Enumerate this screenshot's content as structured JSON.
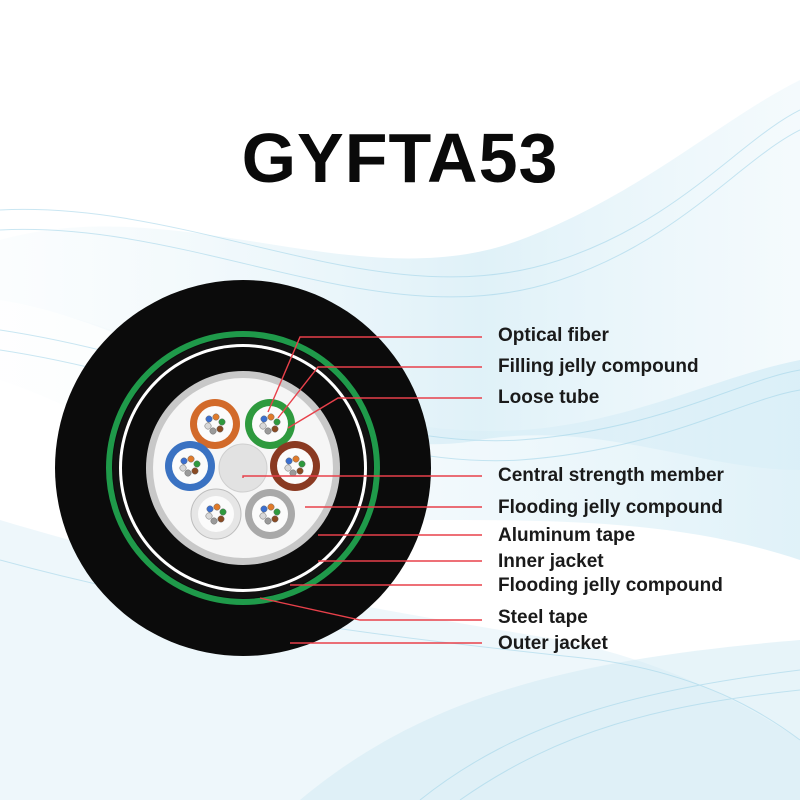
{
  "title": "GYFTA53",
  "labels": [
    "Optical fiber",
    "Filling jelly compound",
    "Loose tube",
    "Central strength member",
    "Flooding jelly compound",
    "Aluminum tape",
    "Inner jacket",
    "Flooding jelly compound",
    "Steel tape",
    "Outer jacket"
  ],
  "colors": {
    "leader_line": "#e8404a",
    "outer_jacket": "#0b0b0b",
    "steel_tape": "#1f9a4a",
    "tube_orange": "#d26a2a",
    "tube_green": "#2e9a3e",
    "tube_blue": "#3a72c2",
    "tube_brown": "#8a3a22",
    "tube_white": "#e6e6e6",
    "tube_gray": "#a9a9a9",
    "central_member": "#e2e2e2"
  }
}
